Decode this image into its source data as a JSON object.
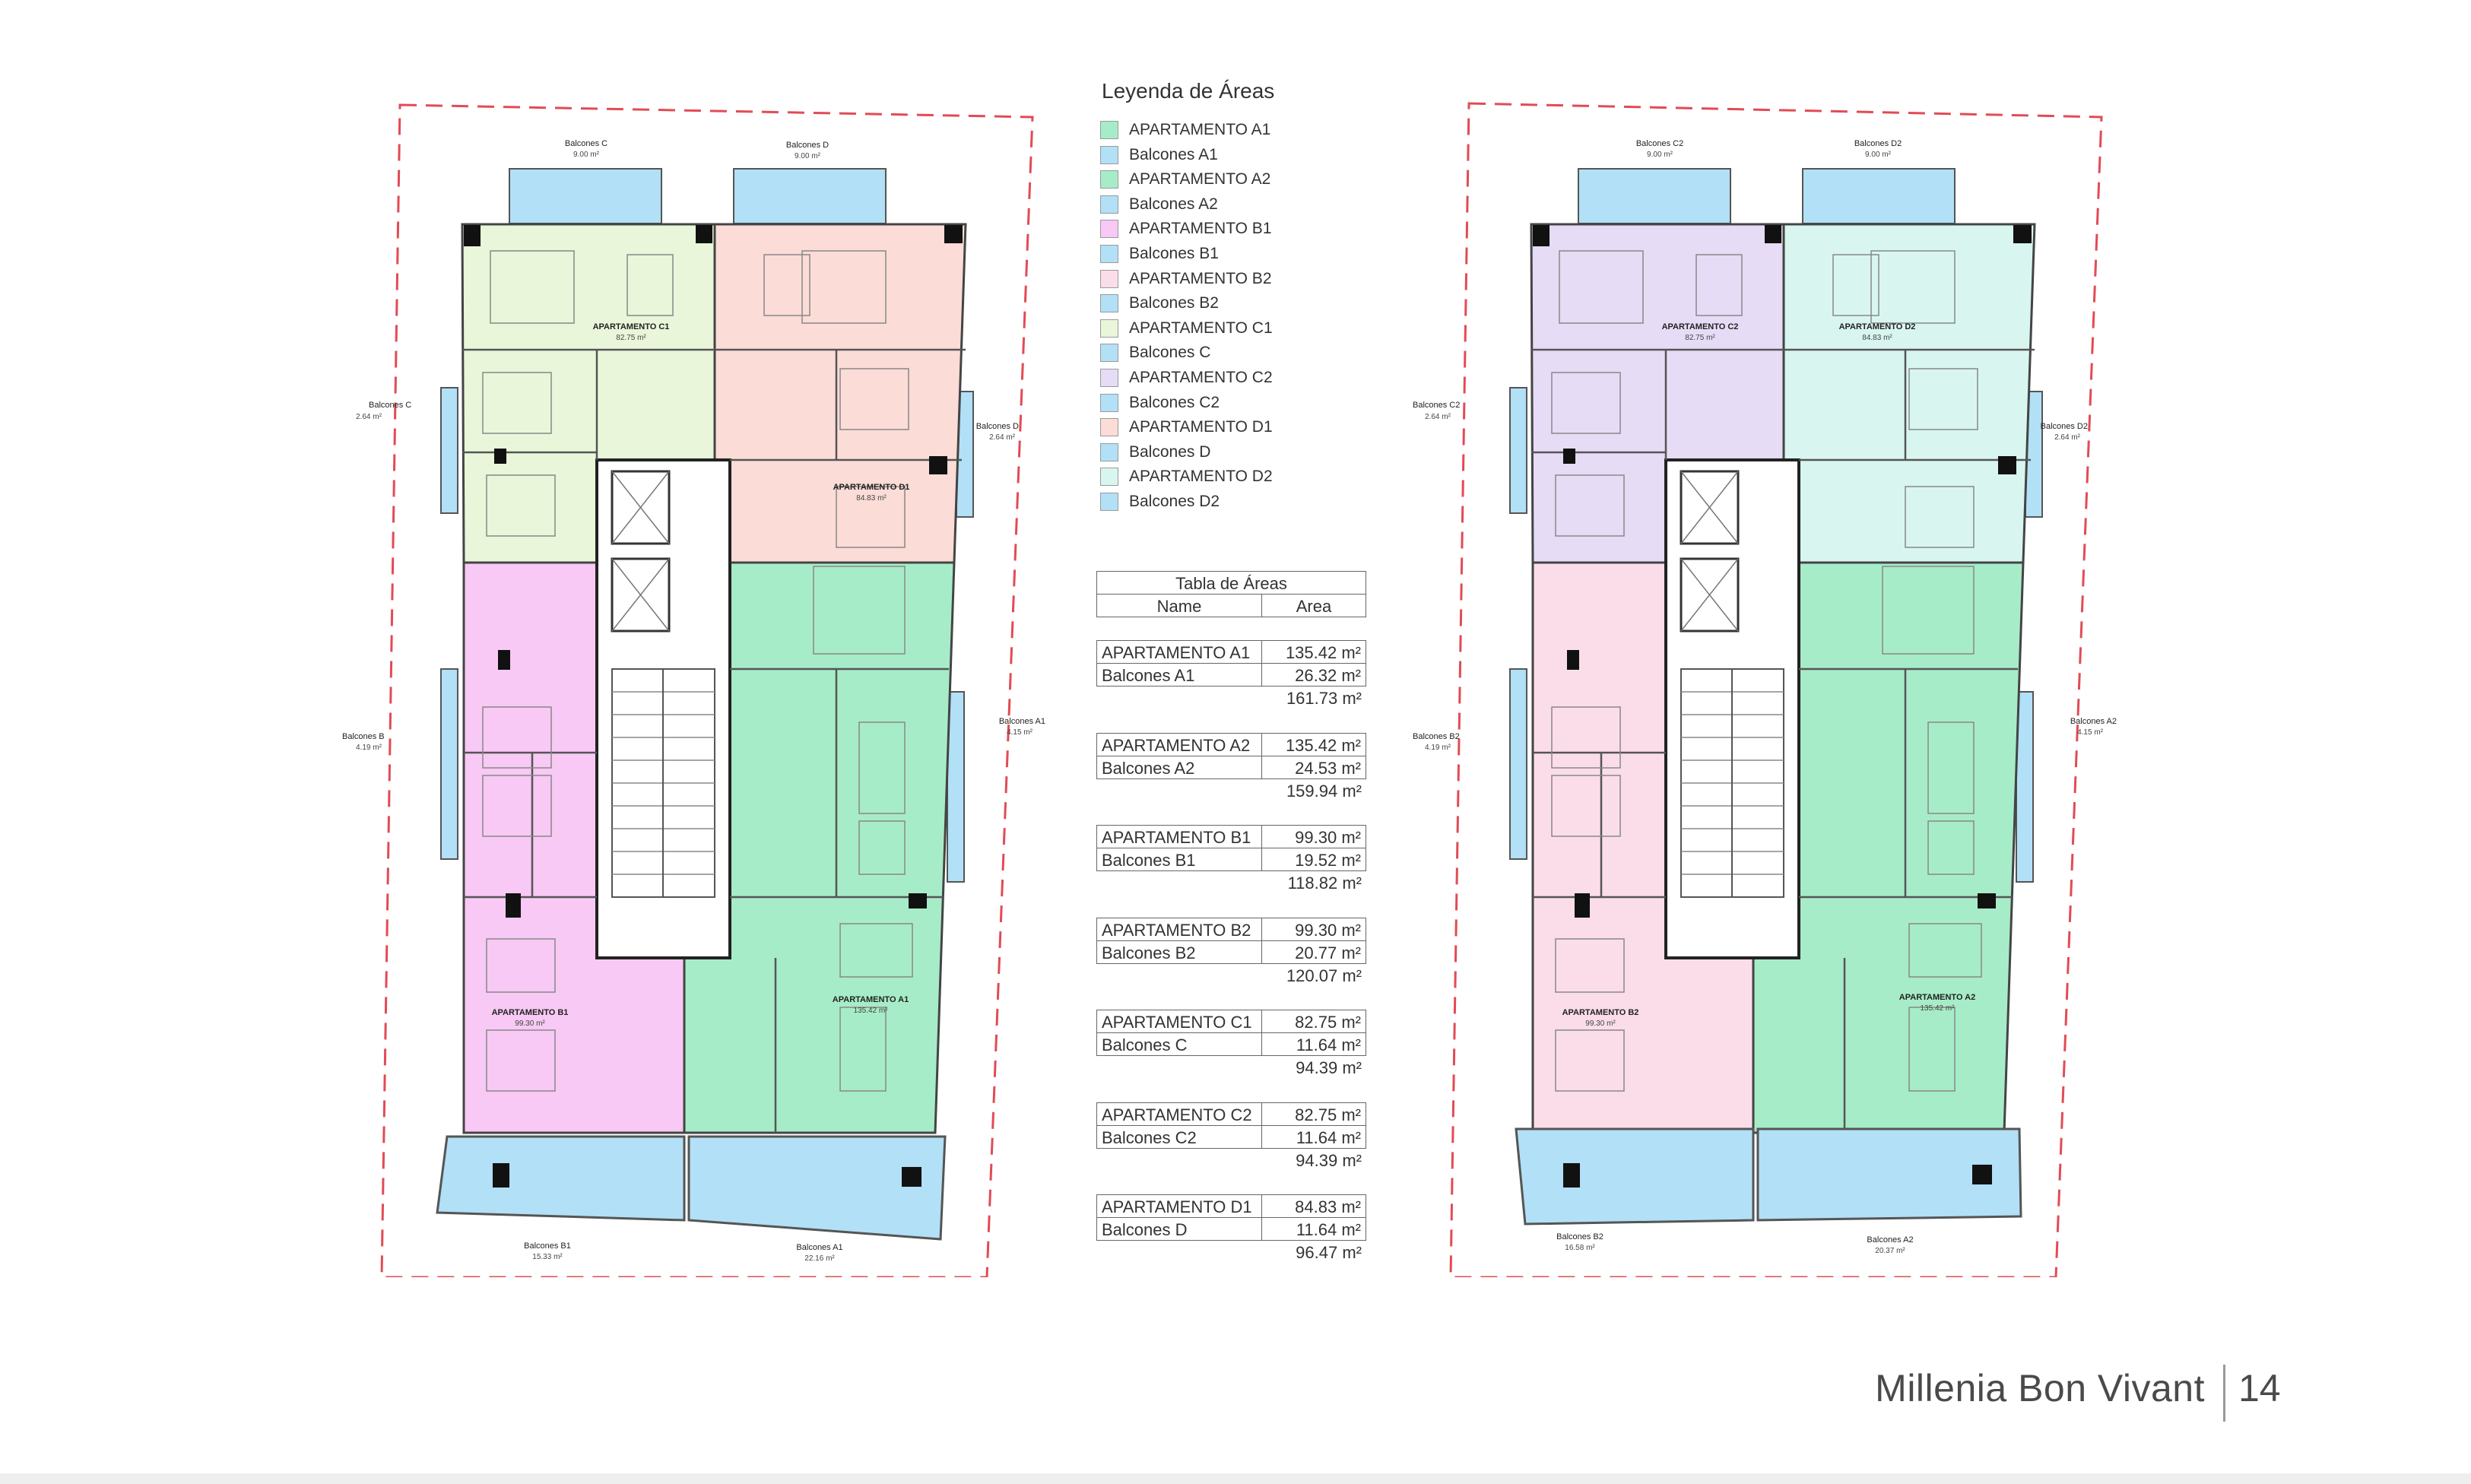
{
  "legend": {
    "title": "Leyenda de Áreas",
    "items": [
      {
        "label": "APARTAMENTO A1",
        "color": "#a7ecc8"
      },
      {
        "label": "Balcones A1",
        "color": "#b2e0f6"
      },
      {
        "label": "APARTAMENTO A2",
        "color": "#a7ecc8"
      },
      {
        "label": "Balcones A2",
        "color": "#b2e0f6"
      },
      {
        "label": "APARTAMENTO B1",
        "color": "#f7c9f4"
      },
      {
        "label": "Balcones B1",
        "color": "#b2e0f6"
      },
      {
        "label": "APARTAMENTO B2",
        "color": "#fbdde9"
      },
      {
        "label": "Balcones B2",
        "color": "#b2e0f6"
      },
      {
        "label": "APARTAMENTO C1",
        "color": "#e9f6d9"
      },
      {
        "label": "Balcones C",
        "color": "#b2e0f6"
      },
      {
        "label": "APARTAMENTO C2",
        "color": "#e6dcf6"
      },
      {
        "label": "Balcones C2",
        "color": "#b2e0f6"
      },
      {
        "label": "APARTAMENTO D1",
        "color": "#fbdcd6"
      },
      {
        "label": "Balcones D",
        "color": "#b2e0f6"
      },
      {
        "label": "APARTAMENTO D2",
        "color": "#d8f6ef"
      },
      {
        "label": "Balcones D2",
        "color": "#b2e0f6"
      }
    ]
  },
  "table": {
    "title": "Tabla de Áreas",
    "col_name": "Name",
    "col_area": "Area",
    "groups": [
      {
        "apt": "APARTAMENTO A1",
        "apt_area": "135.42 m²",
        "balc": "Balcones A1",
        "balc_area": "26.32 m²",
        "total": "161.73 m²"
      },
      {
        "apt": "APARTAMENTO A2",
        "apt_area": "135.42 m²",
        "balc": "Balcones A2",
        "balc_area": "24.53 m²",
        "total": "159.94 m²"
      },
      {
        "apt": "APARTAMENTO B1",
        "apt_area": "99.30 m²",
        "balc": "Balcones B1",
        "balc_area": "19.52 m²",
        "total": "118.82 m²"
      },
      {
        "apt": "APARTAMENTO B2",
        "apt_area": "99.30 m²",
        "balc": "Balcones B2",
        "balc_area": "20.77 m²",
        "total": "120.07 m²"
      },
      {
        "apt": "APARTAMENTO C1",
        "apt_area": "82.75 m²",
        "balc": "Balcones C",
        "balc_area": "11.64 m²",
        "total": "94.39 m²"
      },
      {
        "apt": "APARTAMENTO C2",
        "apt_area": "82.75 m²",
        "balc": "Balcones C2",
        "balc_area": "11.64 m²",
        "total": "94.39 m²"
      },
      {
        "apt": "APARTAMENTO D1",
        "apt_area": "84.83 m²",
        "balc": "Balcones D",
        "balc_area": "11.64 m²",
        "total": "96.47 m²"
      }
    ]
  },
  "plan1": {
    "balc_c_top": {
      "name": "Balcones C",
      "area": "9.00 m²"
    },
    "balc_d_top": {
      "name": "Balcones D",
      "area": "9.00 m²"
    },
    "balc_c_side": {
      "name": "Balcones C",
      "area": "2.64 m²"
    },
    "balc_d_side": {
      "name": "Balcones D",
      "area": "2.64 m²"
    },
    "balc_b_side": {
      "name": "Balcones B",
      "area": "4.19 m²"
    },
    "balc_a_side": {
      "name": "Balcones A1",
      "area": "4.15 m²"
    },
    "balc_b_bottom": {
      "name": "Balcones B1",
      "area": "15.33 m²"
    },
    "balc_a_bottom": {
      "name": "Balcones A1",
      "area": "22.16 m²"
    },
    "apt_c": {
      "name": "APARTAMENTO C1",
      "area": "82.75 m²"
    },
    "apt_d": {
      "name": "APARTAMENTO D1",
      "area": "84.83 m²"
    },
    "apt_b": {
      "name": "APARTAMENTO B1",
      "area": "99.30 m²"
    },
    "apt_a": {
      "name": "APARTAMENTO A1",
      "area": "135.42 m²"
    }
  },
  "plan2": {
    "balc_c_top": {
      "name": "Balcones C2",
      "area": "9.00 m²"
    },
    "balc_d_top": {
      "name": "Balcones D2",
      "area": "9.00 m²"
    },
    "balc_c_side": {
      "name": "Balcones C2",
      "area": "2.64 m²"
    },
    "balc_d_side": {
      "name": "Balcones D2",
      "area": "2.64 m²"
    },
    "balc_b_side": {
      "name": "Balcones B2",
      "area": "4.19 m²"
    },
    "balc_a_side": {
      "name": "Balcones A2",
      "area": "4.15 m²"
    },
    "balc_b_bottom": {
      "name": "Balcones B2",
      "area": "16.58 m²"
    },
    "balc_a_bottom": {
      "name": "Balcones A2",
      "area": "20.37 m²"
    },
    "apt_c": {
      "name": "APARTAMENTO C2",
      "area": "82.75 m²"
    },
    "apt_d": {
      "name": "APARTAMENTO D2",
      "area": "84.83 m²"
    },
    "apt_b": {
      "name": "APARTAMENTO B2",
      "area": "99.30 m²"
    },
    "apt_a": {
      "name": "APARTAMENTO A2",
      "area": "135.42 m²"
    }
  },
  "footer": {
    "brand": "Millenia Bon Vivant",
    "page": "14"
  }
}
